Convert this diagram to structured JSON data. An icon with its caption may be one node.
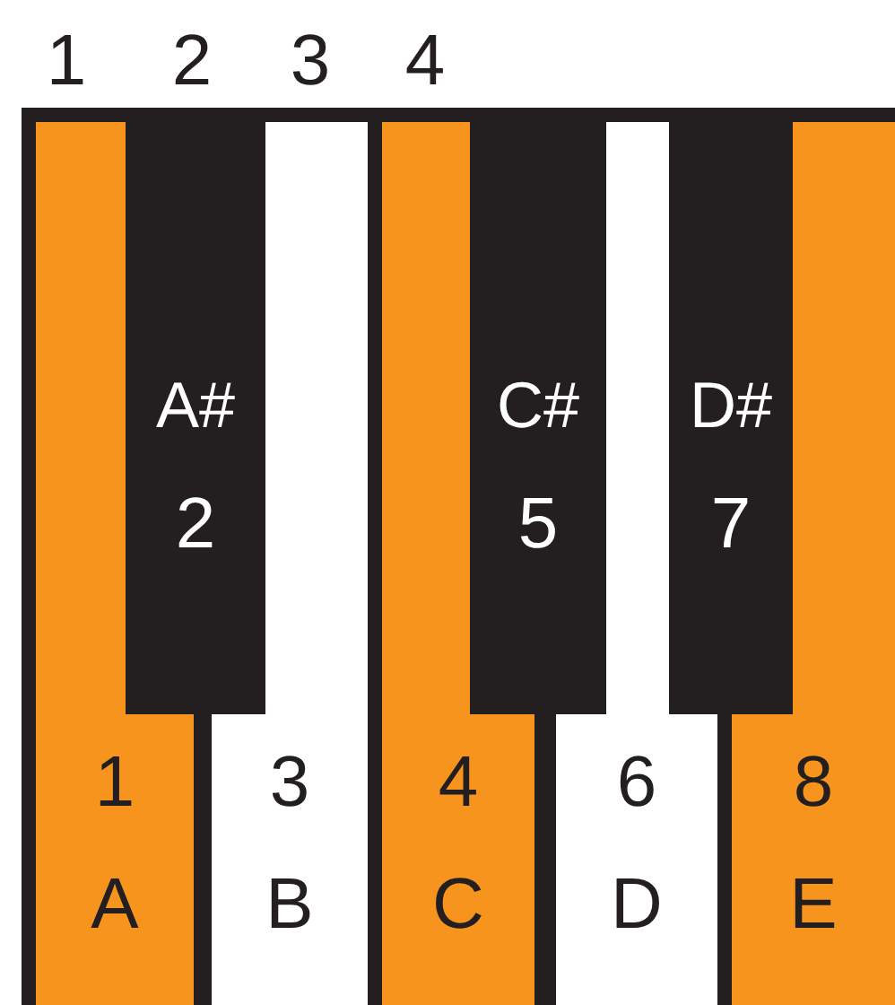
{
  "diagram": {
    "nodes": [
      {
        "text": [
          "1",
          "A"
        ]
      },
      {
        "text": [
          "3",
          "B"
        ]
      },
      {
        "text": [
          "4",
          "C"
        ]
      },
      {
        "text": [
          "6",
          "D"
        ]
      },
      {
        "text": [
          "8",
          "E"
        ]
      },
      {
        "text": [
          "A#",
          "2"
        ]
      },
      {
        "text": [
          "C#",
          "5"
        ]
      },
      {
        "text": [
          "D#",
          "7"
        ]
      }
    ],
    "labels": [
      "1",
      "2",
      "3",
      "4"
    ]
  }
}
